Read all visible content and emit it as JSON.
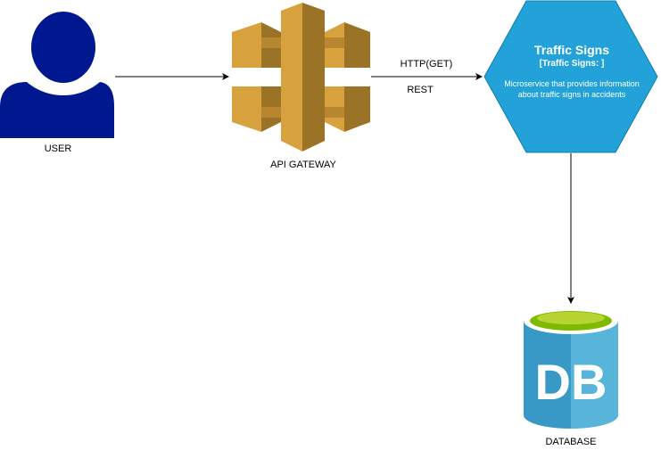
{
  "nodes": {
    "user": {
      "label": "USER"
    },
    "gateway": {
      "label": "API GATEWAY"
    },
    "service": {
      "title": "Traffic Signs",
      "type": "[Traffic Signs: ]",
      "description_line1": "Microservice that provides information",
      "description_line2": "about traffic signs in accidents"
    },
    "database": {
      "label": "DATABASE",
      "icon_text": "DB"
    }
  },
  "edges": {
    "user_to_gateway": {
      "label": ""
    },
    "gateway_to_service": {
      "label_top": "HTTP(GET)",
      "label_bottom": "REST"
    },
    "service_to_database": {
      "label": ""
    }
  },
  "colors": {
    "user": "#00188F",
    "gateway_light": "#D7A23D",
    "gateway_dark": "#9A7327",
    "service": "#23A2D9",
    "service_border": "#0E7DAD",
    "db_body_left": "#3999C6",
    "db_body_right": "#59B4D9",
    "db_top_rim": "#FFFFFF",
    "db_top_inner": "#7FBA00",
    "db_top_center": "#B8D432"
  }
}
